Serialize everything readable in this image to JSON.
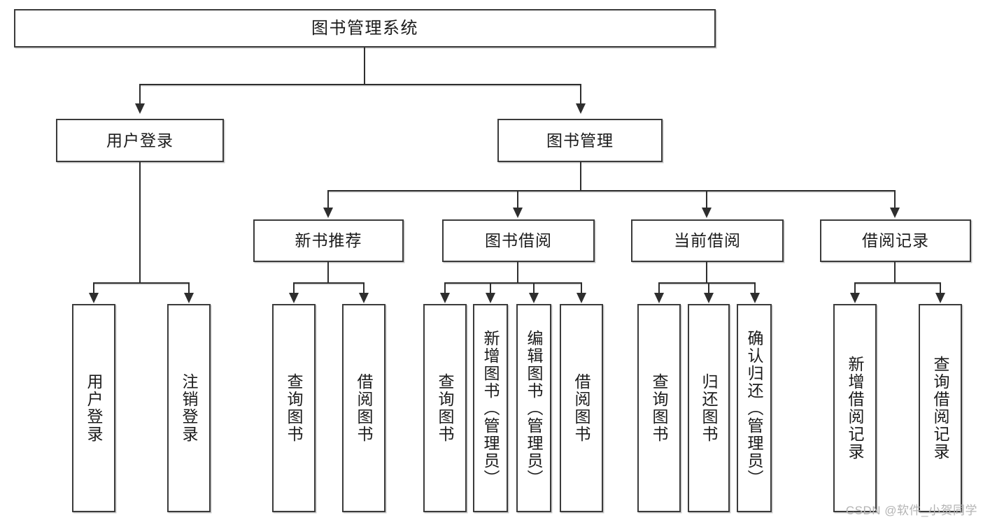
{
  "diagram": {
    "type": "tree-hierarchy",
    "title": "图书管理系统",
    "watermark": "CSDN @软件_小贺同学",
    "colors": {
      "box_border": "#3b3b3b",
      "box_fill": "#ffffff",
      "connector": "#2e2e2e",
      "shadow": "#c9c9c9",
      "watermark": "#b4b4b4",
      "text": "#1b1b1b"
    },
    "levels": {
      "root": {
        "label": "图书管理系统"
      },
      "level2": [
        {
          "label": "用户登录"
        },
        {
          "label": "图书管理"
        }
      ],
      "level3": [
        {
          "label": "新书推荐"
        },
        {
          "label": "图书借阅"
        },
        {
          "label": "当前借阅"
        },
        {
          "label": "借阅记录"
        }
      ],
      "leaves": {
        "user_login": [
          {
            "label": "用户登录"
          },
          {
            "label": "注销登录"
          }
        ],
        "new_book_recommend": [
          {
            "label": "查询图书"
          },
          {
            "label": "借阅图书"
          }
        ],
        "book_borrow": [
          {
            "label": "查询图书"
          },
          {
            "label": "新增图书（管理员）"
          },
          {
            "label": "编辑图书（管理员）"
          },
          {
            "label": "借阅图书"
          }
        ],
        "current_borrow": [
          {
            "label": "查询图书"
          },
          {
            "label": "归还图书"
          },
          {
            "label": "确认归还（管理员）"
          }
        ],
        "borrow_record": [
          {
            "label": "新增借阅记录"
          },
          {
            "label": "查询借阅记录"
          }
        ]
      }
    }
  }
}
